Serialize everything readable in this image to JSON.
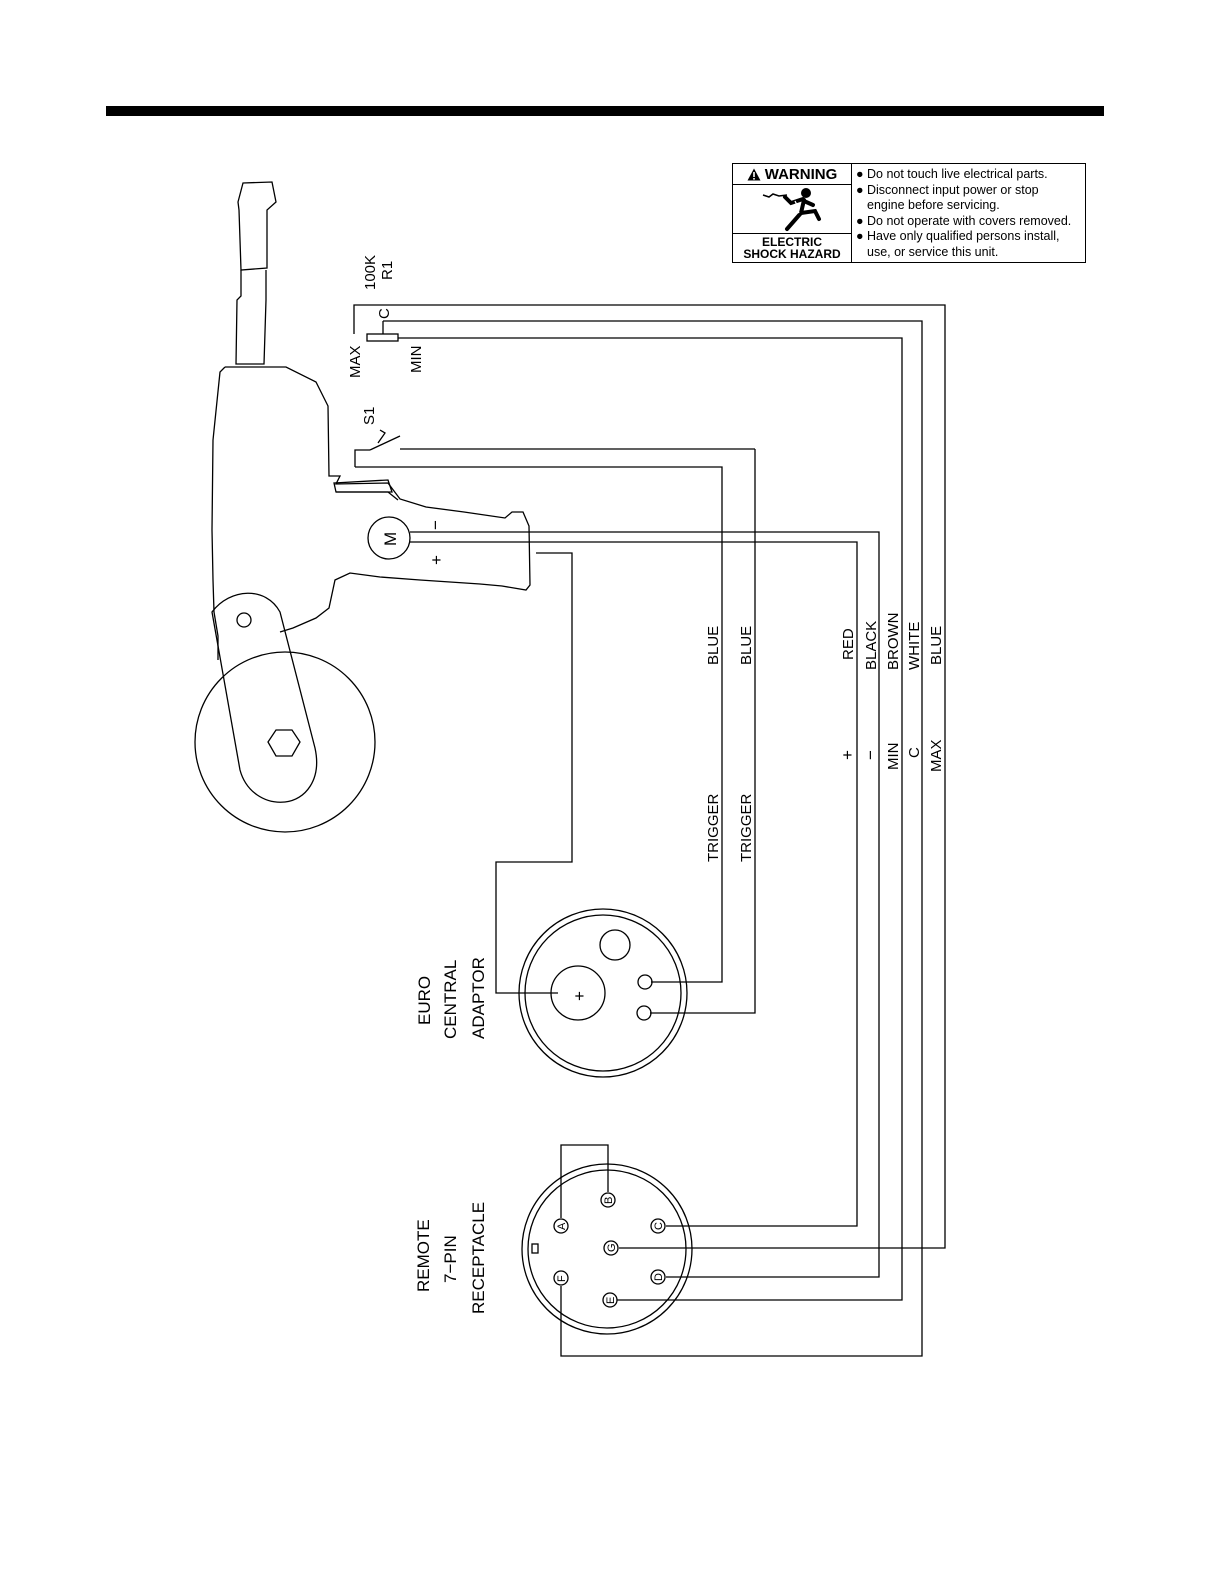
{
  "warning": {
    "title": "WARNING",
    "hazard_line1": "ELECTRIC",
    "hazard_line2": "SHOCK HAZARD",
    "items": [
      {
        "line1": "Do not touch live electrical parts.",
        "line2": ""
      },
      {
        "line1": "Disconnect input power or stop",
        "line2": "engine before servicing."
      },
      {
        "line1": "Do not operate with covers removed.",
        "line2": ""
      },
      {
        "line1": "Have only qualified persons install,",
        "line2": "use, or service this unit."
      }
    ],
    "icons": {
      "alert": "warning-triangle-icon",
      "shock": "electric-shock-icon"
    }
  },
  "components": {
    "resistor": {
      "value": "100K",
      "ref": "R1",
      "wiper": "C",
      "max": "MAX",
      "min": "MIN"
    },
    "switch": {
      "ref": "S1"
    },
    "motor": {
      "symbol": "M",
      "minus": "−",
      "plus": "+"
    }
  },
  "wires": {
    "trigger1": {
      "color": "BLUE",
      "function": "TRIGGER"
    },
    "trigger2": {
      "color": "BLUE",
      "function": "TRIGGER"
    },
    "red": {
      "color": "RED",
      "function": "+"
    },
    "black": {
      "color": "BLACK",
      "function": "−"
    },
    "brown": {
      "color": "BROWN",
      "function": "MIN"
    },
    "white": {
      "color": "WHITE",
      "function": "C"
    },
    "blue": {
      "color": "BLUE",
      "function": "MAX"
    }
  },
  "connectors": {
    "euro": {
      "line1": "EURO",
      "line2": "CENTRAL",
      "line3": "ADAPTOR",
      "center": "+"
    },
    "remote": {
      "line1": "REMOTE",
      "line2": "7−PIN",
      "line3": "RECEPTACLE",
      "pins": {
        "a": "A",
        "b": "B",
        "c": "C",
        "d": "D",
        "e": "E",
        "f": "F",
        "g": "G"
      }
    }
  }
}
